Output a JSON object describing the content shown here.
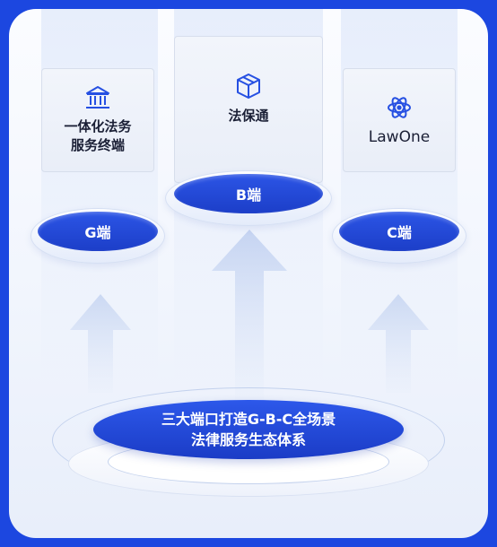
{
  "nodes": {
    "g": {
      "card_label": "一体化法务\n服务终端",
      "pill_label": "G端",
      "icon": "bank-icon"
    },
    "b": {
      "card_label": "法保通",
      "pill_label": "B端",
      "icon": "cube-icon"
    },
    "c": {
      "card_label": "LawOne",
      "pill_label": "C端",
      "icon": "atom-icon"
    }
  },
  "base": {
    "title": "三大端口打造G-B-C全场景\n法律服务生态体系"
  },
  "colors": {
    "frame": "#1c47e0",
    "pill": "#2347d8",
    "icon_stroke": "#2650e2",
    "card_bg": "#eef2fa"
  }
}
